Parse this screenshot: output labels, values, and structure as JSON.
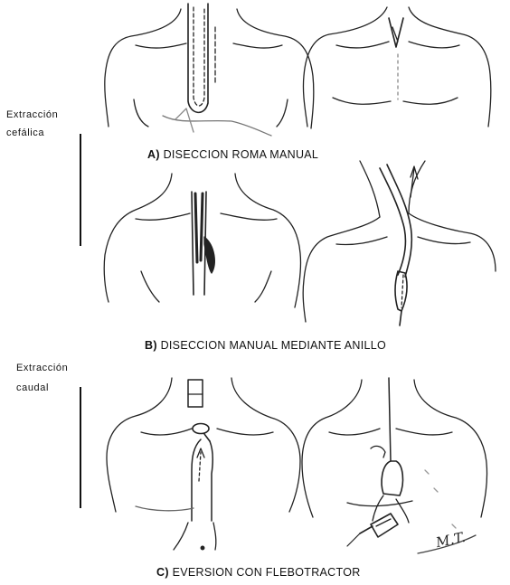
{
  "side_labels": {
    "cephalic_line1": "Extracción",
    "cephalic_line2": "cefálica",
    "caudal_line1": "Extracción",
    "caudal_line2": "caudal"
  },
  "captions": {
    "a_letter": "A)",
    "a_text": "DISECCION ROMA MANUAL",
    "b_letter": "B)",
    "b_text": "DISECCION MANUAL MEDIANTE ANILLO",
    "c_letter": "C)",
    "c_text": "EVERSION CON FLEBOTRACTOR"
  },
  "signature": "M.T."
}
